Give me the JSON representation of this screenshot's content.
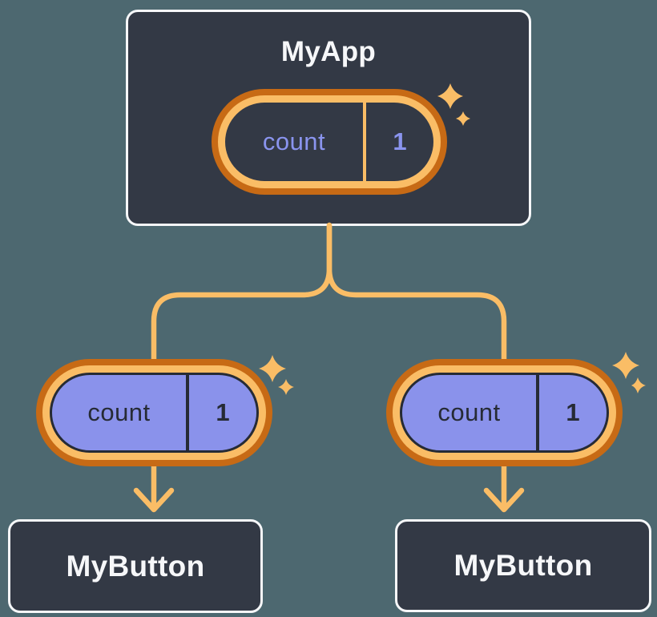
{
  "tree": {
    "root": {
      "label": "MyApp",
      "pill": {
        "name": "count",
        "value": "1"
      }
    },
    "children": [
      {
        "label": "MyButton",
        "pill": {
          "name": "count",
          "value": "1"
        }
      },
      {
        "label": "MyButton",
        "pill": {
          "name": "count",
          "value": "1"
        }
      }
    ]
  },
  "icons": {
    "sparkles": "✦",
    "arrowhead": "↓"
  },
  "colors": {
    "background": "#4D6870",
    "node_fill": "#333945",
    "node_border": "#F6F7F9",
    "node_text": "#F6F7F9",
    "ring_outer": "#C76A15",
    "ring_inner": "#FABD66",
    "connector": "#FABD66",
    "pill_root_text": "#8A94EE",
    "pill_child_fill": "#8A92EB",
    "pill_child_text": "#262B35"
  }
}
